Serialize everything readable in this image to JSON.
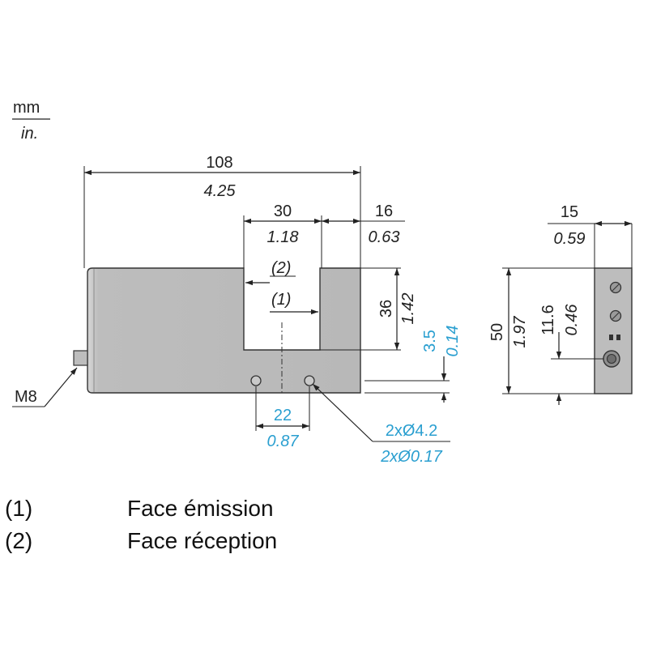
{
  "units": {
    "primary": "mm",
    "secondary": "in."
  },
  "dimensions": {
    "overall_length": {
      "mm": "108",
      "in": "4.25"
    },
    "slot_width": {
      "mm": "30",
      "in": "1.18"
    },
    "slot_offset": {
      "mm": "16",
      "in": "0.63"
    },
    "slot_depth": {
      "mm": "36",
      "in": "1.42"
    },
    "hole_offset": {
      "mm": "3.5",
      "in": "0.14"
    },
    "hole_spacing": {
      "mm": "22",
      "in": "0.87"
    },
    "hole_diameter": {
      "mm": "2xØ4.2",
      "in": "2xØ0.17"
    },
    "thickness": {
      "mm": "15",
      "in": "0.59"
    },
    "height": {
      "mm": "50",
      "in": "1.97"
    },
    "connector_height": {
      "mm": "11.6",
      "in": "0.46"
    }
  },
  "connector_label": "M8",
  "markers": {
    "emission": "(1)",
    "reception": "(2)"
  },
  "legend": [
    {
      "num": "(1)",
      "text": "Face émission"
    },
    {
      "num": "(2)",
      "text": "Face réception"
    }
  ],
  "colors": {
    "line": "#222222",
    "body": "#bcbcbc",
    "metric_highlight": "#2a9fd0",
    "text": "#222222"
  }
}
